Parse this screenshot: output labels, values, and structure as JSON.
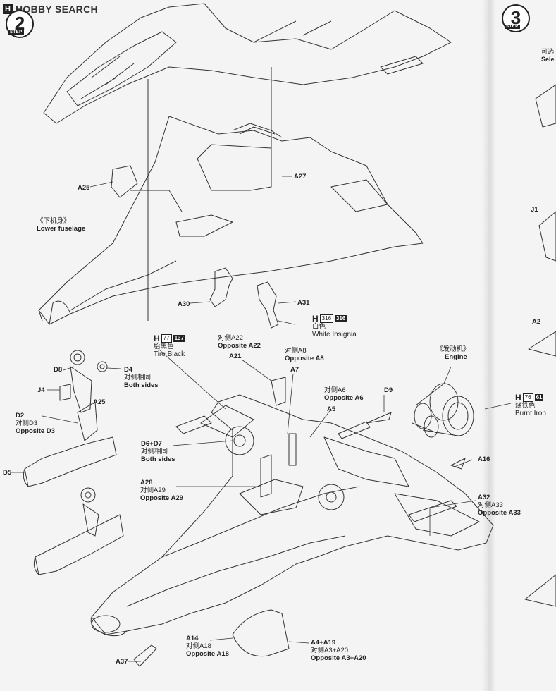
{
  "header": {
    "logo_mark": "H",
    "logo_text": "HOBBY SEARCH"
  },
  "steps": [
    {
      "number": "2",
      "word": "STEP"
    },
    {
      "number": "3",
      "word": "STEP"
    }
  ],
  "section_labels": {
    "lower_fuselage_cn": "《下机身》",
    "lower_fuselage_en": "Lower fuselage",
    "engine_cn": "《发动机》",
    "engine_en": "Engine"
  },
  "paints": [
    {
      "h": "H",
      "code": "316",
      "code2": "316",
      "cn": "白色",
      "en": "White Insignia"
    },
    {
      "h": "H",
      "code": "77",
      "code2": "137",
      "cn": "胎黑色",
      "en": "Tire Black"
    },
    {
      "h": "H",
      "code": "76",
      "code2": "61",
      "cn": "烧铁色",
      "en": "Burnt Iron"
    }
  ],
  "parts": {
    "a25_top": "A25",
    "a27": "A27",
    "a30": "A30",
    "a31": "A31",
    "d8": "D8",
    "d4": "D4",
    "d4_cn": "对侧相同",
    "d4_en": "Both sides",
    "j4": "J4",
    "a25_low": "A25",
    "d2": "D2",
    "d2_cn": "对侧D3",
    "d2_en": "Opposite D3",
    "d5": "D5",
    "a22_cn": "对侧A22",
    "a22_en": "Opposite A22",
    "a21": "A21",
    "a8_cn": "对侧A8",
    "a8_en": "Opposite A8",
    "a7": "A7",
    "a6_cn": "对侧A6",
    "a6_en": "Opposite A6",
    "a5": "A5",
    "d9": "D9",
    "d6d7": "D6+D7",
    "d6d7_cn": "对侧相同",
    "d6d7_en": "Both sides",
    "a16": "A16",
    "a28": "A28",
    "a28_cn": "对侧A29",
    "a28_en": "Opposite A29",
    "a32": "A32",
    "a32_cn": "对侧A33",
    "a32_en": "Opposite A33",
    "a14": "A14",
    "a14_cn": "对侧A18",
    "a14_en": "Opposite A18",
    "a4a19": "A4+A19",
    "a4a19_cn": "对侧A3+A20",
    "a4a19_en": "Opposite A3+A20",
    "a37": "A37",
    "j1": "J1",
    "a2": "A2"
  },
  "right_edge": {
    "cn": "可选",
    "en": "Sele"
  }
}
